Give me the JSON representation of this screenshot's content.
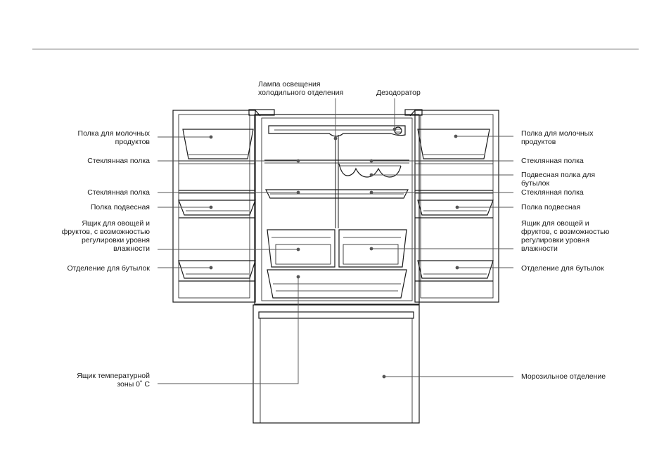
{
  "labels": {
    "lamp": "Лампа освещения\nхолодильного отделения",
    "deodorizer": "Дезодоратор",
    "left_dairy": "Полка для молочных\nпродуктов",
    "left_glass_top": "Стеклянная полка",
    "left_glass_mid": "Стеклянная полка",
    "left_hanging": "Полка подвесная",
    "left_crisper": "Ящик для овощей и\nфруктов, с возможностью\nрегулировки уровня\nвлажности",
    "left_bottles": "Отделение для бутылок",
    "zero_zone": "Ящик температурной\nзоны 0˚ С",
    "right_dairy": "Полка для молочных\nпродуктов",
    "right_glass_top": "Стеклянная полка",
    "right_bottle_rack": "Подвесная полка для\nбутылок",
    "right_glass_mid": "Стеклянная полка",
    "right_hanging": "Полка подвесная",
    "right_crisper": "Ящик для овощей и\nфруктов, с возможностью\nрегулировки уровня\nвлажности",
    "right_bottles": "Отделение для бутылок",
    "freezer": "Морозильное отделение"
  },
  "colors": {
    "line": "#1a1a1a",
    "leader": "#555555",
    "rule": "#8a8a8a"
  }
}
